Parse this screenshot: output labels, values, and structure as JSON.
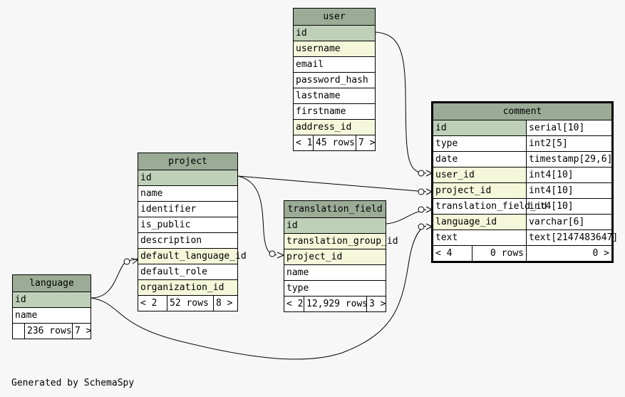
{
  "tables": {
    "user": {
      "name": "user",
      "columns": [
        {
          "name": "id",
          "kind": "pk"
        },
        {
          "name": "username",
          "kind": "fk"
        },
        {
          "name": "email",
          "kind": ""
        },
        {
          "name": "password_hash",
          "kind": ""
        },
        {
          "name": "lastname",
          "kind": ""
        },
        {
          "name": "firstname",
          "kind": ""
        },
        {
          "name": "address_id",
          "kind": "fk"
        }
      ],
      "footer": {
        "left": "< 1",
        "mid": "45 rows",
        "right": "7 >"
      }
    },
    "comment": {
      "name": "comment",
      "columns": [
        {
          "name": "id",
          "type": "serial[10]",
          "kind": "pk"
        },
        {
          "name": "type",
          "type": "int2[5]",
          "kind": ""
        },
        {
          "name": "date",
          "type": "timestamp[29,6]",
          "kind": ""
        },
        {
          "name": "user_id",
          "type": "int4[10]",
          "kind": "fk"
        },
        {
          "name": "project_id",
          "type": "int4[10]",
          "kind": "fk"
        },
        {
          "name": "translation_field_id",
          "type": "int4[10]",
          "kind": "fk"
        },
        {
          "name": "language_id",
          "type": "varchar[6]",
          "kind": "fk"
        },
        {
          "name": "text",
          "type": "text[2147483647]",
          "kind": ""
        }
      ],
      "footer": {
        "left": "< 4",
        "mid": "0 rows",
        "right": "0 >"
      }
    },
    "project": {
      "name": "project",
      "columns": [
        {
          "name": "id",
          "kind": "pk"
        },
        {
          "name": "name",
          "kind": ""
        },
        {
          "name": "identifier",
          "kind": ""
        },
        {
          "name": "is_public",
          "kind": ""
        },
        {
          "name": "description",
          "kind": ""
        },
        {
          "name": "default_language_id",
          "kind": "fk"
        },
        {
          "name": "default_role",
          "kind": ""
        },
        {
          "name": "organization_id",
          "kind": "fk"
        }
      ],
      "footer": {
        "left": "< 2",
        "mid": "52 rows",
        "right": "8 >"
      }
    },
    "translation_field": {
      "name": "translation_field",
      "columns": [
        {
          "name": "id",
          "kind": "pk"
        },
        {
          "name": "translation_group_id",
          "kind": "fk"
        },
        {
          "name": "project_id",
          "kind": "fk"
        },
        {
          "name": "name",
          "kind": ""
        },
        {
          "name": "type",
          "kind": ""
        }
      ],
      "footer": {
        "left": "< 2",
        "mid": "12,929 rows",
        "right": "3 >"
      }
    },
    "language": {
      "name": "language",
      "columns": [
        {
          "name": "id",
          "kind": "pk"
        },
        {
          "name": "name",
          "kind": ""
        }
      ],
      "footer": {
        "left": "",
        "mid": "236 rows",
        "right": "7 >"
      }
    }
  },
  "relationships": [
    {
      "from": "user.id",
      "to": "comment.user_id"
    },
    {
      "from": "project.id",
      "to": "comment.project_id"
    },
    {
      "from": "translation_field.id",
      "to": "comment.translation_field_id"
    },
    {
      "from": "language.id",
      "to": "comment.language_id"
    },
    {
      "from": "project.id",
      "to": "translation_field.project_id"
    },
    {
      "from": "language.id",
      "to": "project.default_language_id"
    }
  ],
  "colors": {
    "header": "#9bab96",
    "primary_key": "#bed1b8",
    "foreign_key": "#f4f7da",
    "cell": "#ffffff",
    "background": "#f7f7f7"
  },
  "footer_text": "Generated by SchemaSpy"
}
